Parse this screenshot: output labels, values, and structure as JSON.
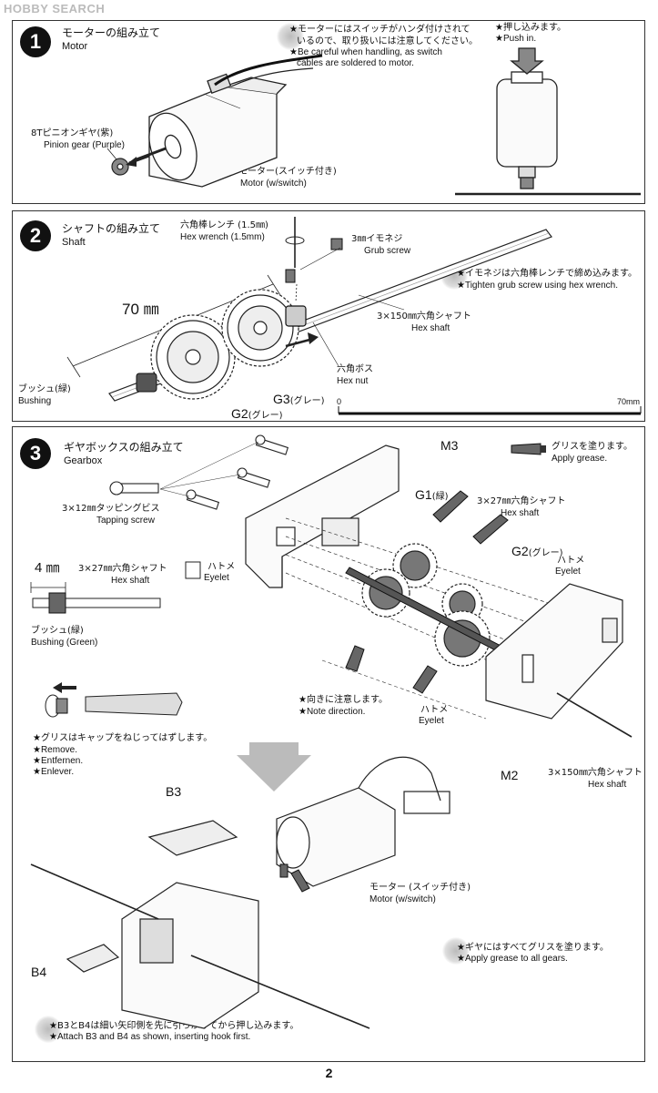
{
  "watermark": "HOBBY SEARCH",
  "page_number": "2",
  "step1": {
    "number": "1",
    "title_jp": "モーターの組み立て",
    "title_en": "Motor",
    "note_jp_1": "★モーターにはスイッチがハンダ付けされて",
    "note_jp_2": "いるので、取り扱いには注意してください。",
    "note_en_1": "★Be  careful  when handling, as switch",
    "note_en_2": "cables are soldered to motor.",
    "push_jp": "★押し込みます。",
    "push_en": "★Push in.",
    "pinion_jp": "8Tピニオンギヤ(紫)",
    "pinion_en": "Pinion gear  (Purple)",
    "motor_jp": "モーター(スイッチ付き)",
    "motor_en": "Motor (w/switch)"
  },
  "step2": {
    "number": "2",
    "title_jp": "シャフトの組み立て",
    "title_en": "Shaft",
    "wrench_jp": "六角棒レンチ (1.5㎜)",
    "wrench_en": "Hex wrench (1.5mm)",
    "grub_jp": "3㎜イモネジ",
    "grub_en": "Grub screw",
    "tip_jp": "★イモネジは六角棒レンチで締め込みます。",
    "tip_en": "★Tighten grub screw using hex wrench.",
    "dimension": "70 ㎜",
    "shaft_jp": "3×150㎜六角シャフト",
    "shaft_en": "Hex shaft",
    "nut_jp": "六角ボス",
    "nut_en": "Hex nut",
    "bushing_jp": "ブッシュ(緑)",
    "bushing_en": "Bushing",
    "g3": "G3",
    "g3_jp": "(グレー)",
    "g2": "G2",
    "g2_jp": "(グレー)",
    "scale_start": "0",
    "scale_end": "70mm"
  },
  "step3": {
    "number": "3",
    "title_jp": "ギヤボックスの組み立て",
    "title_en": "Gearbox",
    "grease_jp": "グリスを塗ります。",
    "grease_en": "Apply grease.",
    "m3": "M3",
    "g1": "G1",
    "g1_jp": "(緑)",
    "tapping_jp": "3×12㎜タッピングビス",
    "tapping_en": "Tapping screw",
    "hex27_jp": "3×27㎜六角シャフト",
    "hex27_en": "Hex shaft",
    "g2": "G2",
    "g2_jp": "(グレー)",
    "eyelet_jp": "ハトメ",
    "eyelet_en": "Eyelet",
    "eyelet2_jp": "ハトメ",
    "eyelet2_en": "Eyelet",
    "eyelet3_jp": "ハトメ",
    "eyelet3_en": "Eyelet",
    "dim4": "4 ㎜",
    "hex27b_jp": "3×27㎜六角シャフト",
    "hex27b_en": "Hex shaft",
    "bushing_jp": "ブッシュ(緑)",
    "bushing_en": "Bushing  (Green)",
    "direction_jp": "★向きに注意します。",
    "direction_en": "★Note direction.",
    "remove_jp": "★グリスはキャップをねじってはずします。",
    "remove_en1": "★Remove.",
    "remove_en2": "★Entfernen.",
    "remove_en3": "★Enlever.",
    "m2": "M2",
    "hex150_jp": "3×150㎜六角シャフト",
    "hex150_en": "Hex shaft",
    "b3": "B3",
    "b4": "B4",
    "motor_jp": "モーター (スイッチ付き)",
    "motor_en": "Motor (w/switch)",
    "allgrease_jp": "★ギヤにはすべてグリスを塗ります。",
    "allgrease_en": "★Apply grease to all gears.",
    "attach_jp": "★B3とB4は細い矢印側を先に引っかけてから押し込みます。",
    "attach_en": "★Attach B3 and B4 as shown, inserting hook first."
  },
  "colors": {
    "ink": "#111111",
    "panel_border": "#333333",
    "tip_shade": "#bbbbbb"
  }
}
